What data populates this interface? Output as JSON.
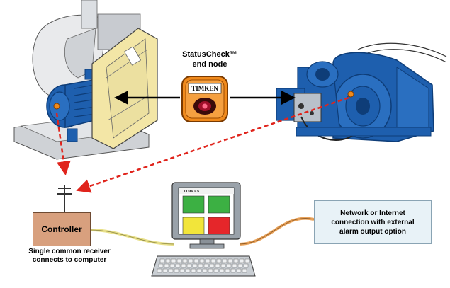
{
  "node": {
    "title_line1": "StatusCheck™",
    "title_line2": "end node",
    "brand": "TIMKEN"
  },
  "controller": {
    "label": "Controller",
    "note_line1": "Single common receiver",
    "note_line2": "connects to computer"
  },
  "monitor": {
    "brand": "TIMKEN",
    "status_tiles": [
      "green",
      "green",
      "yellow",
      "red"
    ]
  },
  "network": {
    "line1": "Network or Internet",
    "line2": "connection with external",
    "line3": "alarm output option"
  },
  "colors": {
    "signal_red": "#e0241c",
    "machine_blue": "#1e5fae",
    "machine_blue_dark": "#0e3d78",
    "belt_guard": "#f3e6a6",
    "controller_fill": "#d8a07e",
    "node_orange": "#f08a1c",
    "tile_green": "#3cb043",
    "tile_yellow": "#f2e53a",
    "tile_red": "#e5262a",
    "cable_yellow": "#e8e08a",
    "cable_orange": "#e8a25a"
  }
}
